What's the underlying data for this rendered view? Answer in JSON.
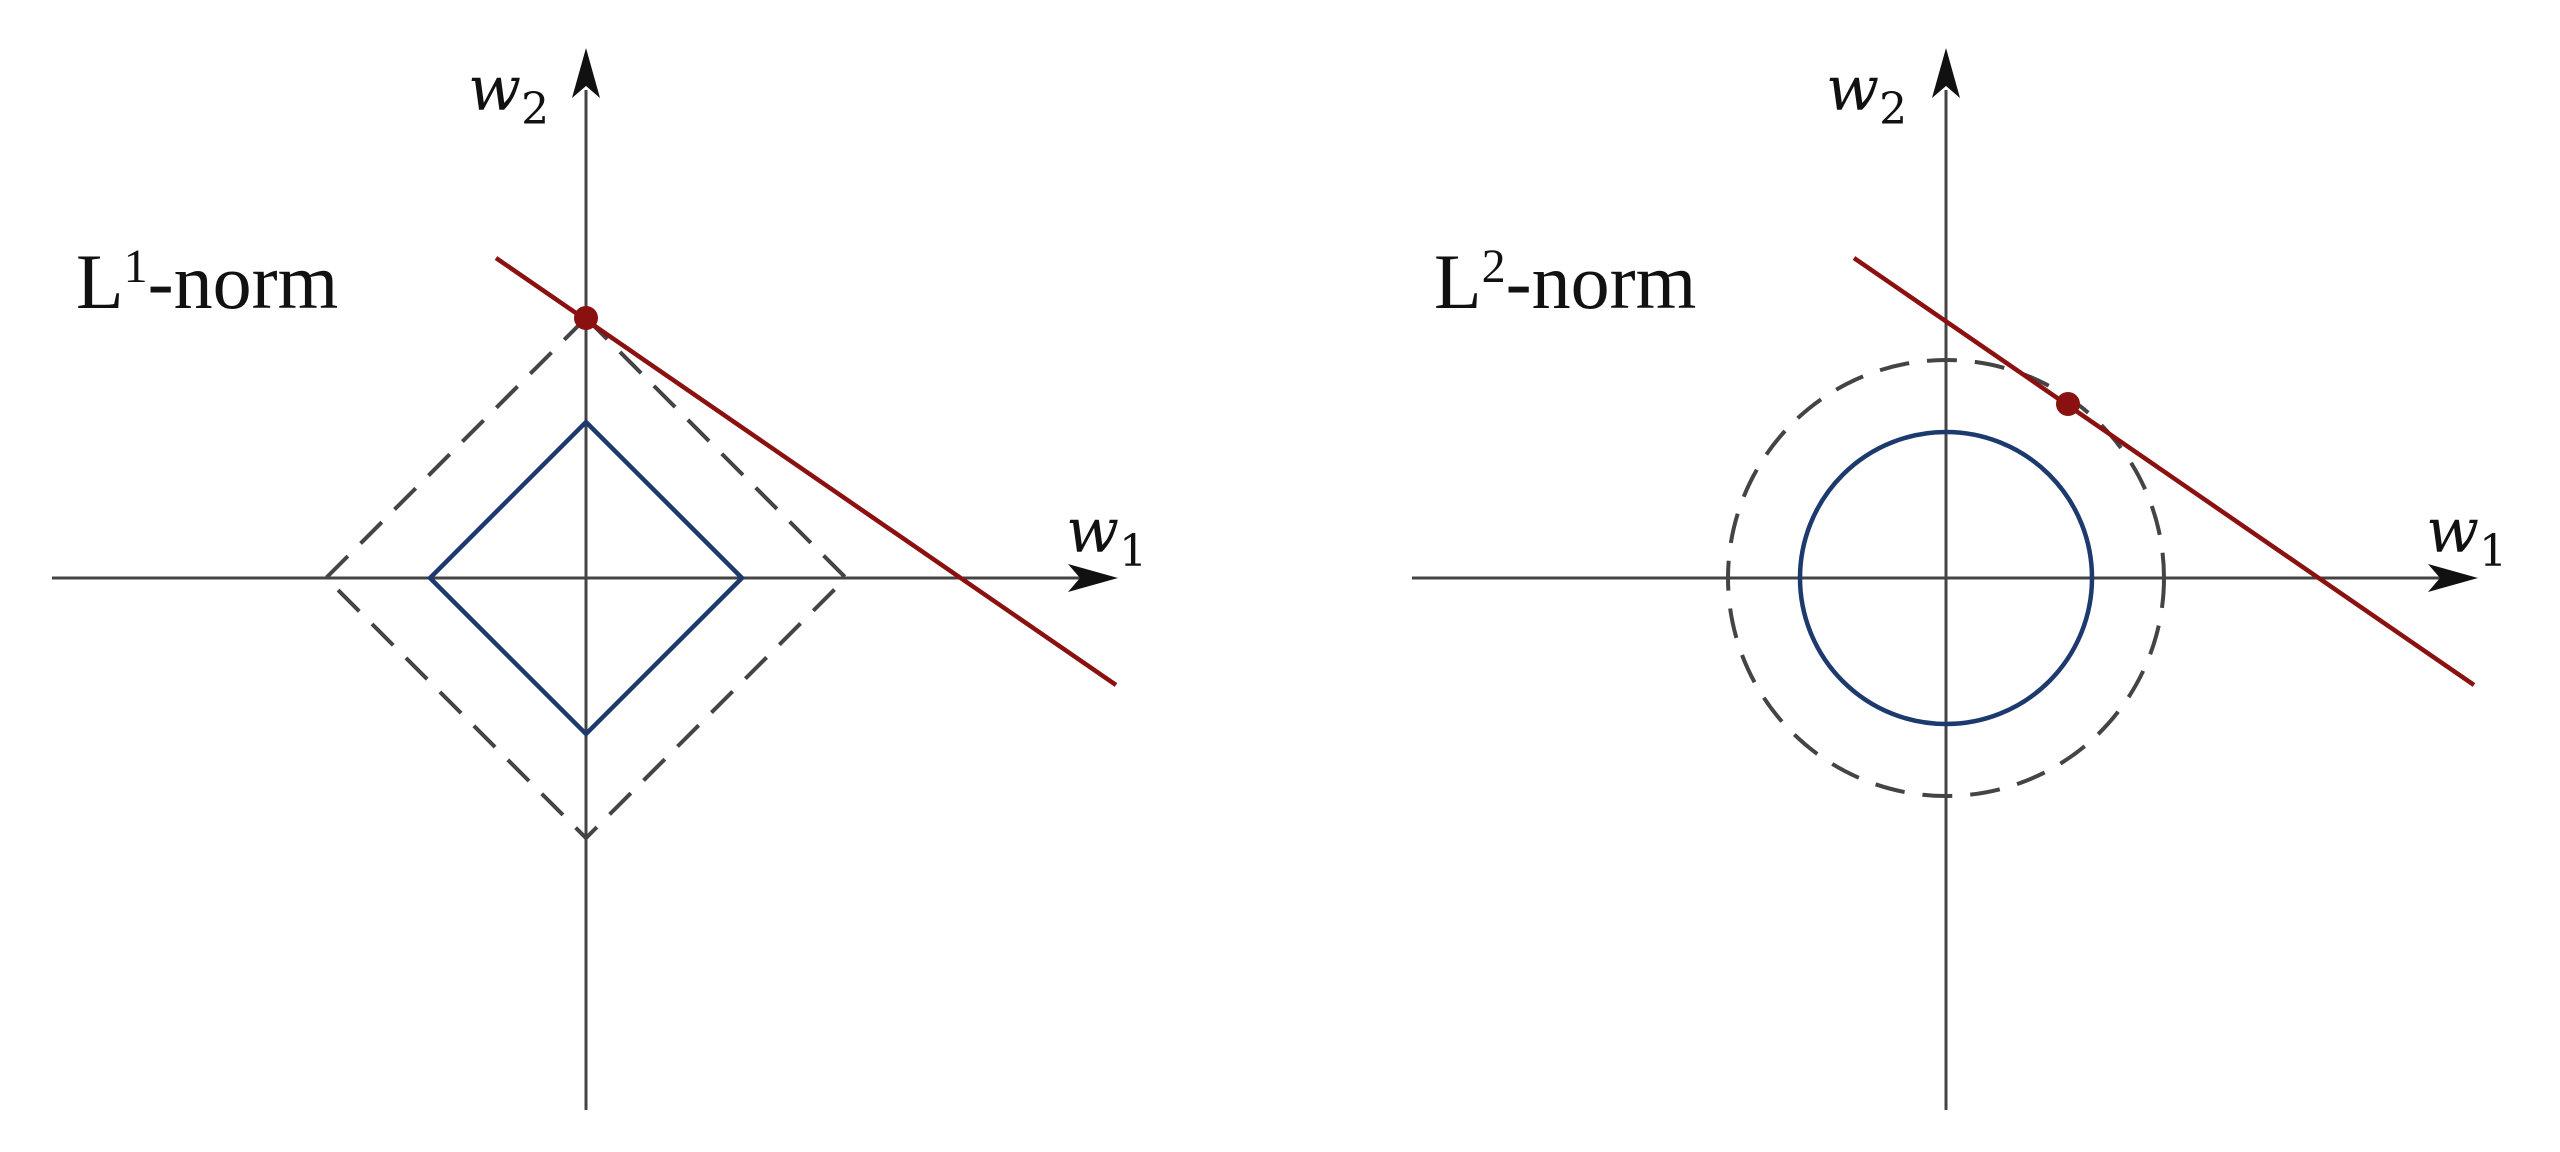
{
  "panels": [
    {
      "id": "l1",
      "title_base": "L",
      "title_sup": "1",
      "title_rest": "-norm",
      "x_axis_label": "w",
      "x_axis_sub": "1",
      "y_axis_label": "w",
      "y_axis_sub": "2",
      "shape": "diamond"
    },
    {
      "id": "l2",
      "title_base": "L",
      "title_sup": "2",
      "title_rest": "-norm",
      "x_axis_label": "w",
      "x_axis_sub": "1",
      "y_axis_label": "w",
      "y_axis_sub": "2",
      "shape": "circle"
    }
  ],
  "colors": {
    "solid_shape": "#1c3a6e",
    "dashed_shape": "#444444",
    "constraint_line": "#8b1010",
    "axes": "#444444"
  }
}
